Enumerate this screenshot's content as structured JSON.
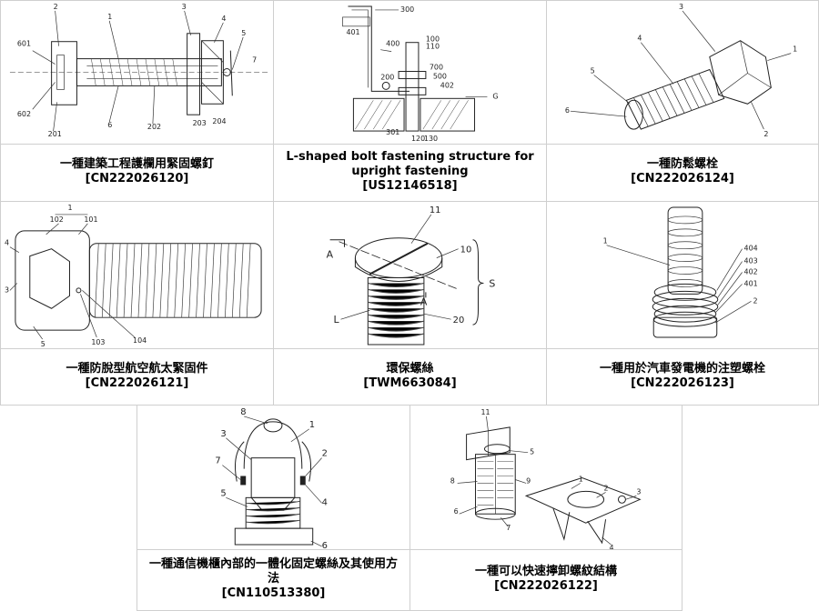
{
  "patents": [
    {
      "title": "一種建築工程護欄用緊固螺釘",
      "id": "[CN222026120]",
      "labels": [
        "2",
        "1",
        "3",
        "4",
        "5",
        "601",
        "602",
        "201",
        "6",
        "202",
        "203",
        "204",
        "7"
      ]
    },
    {
      "title": "L-shaped bolt fastening structure for upright fastening",
      "id": "[US12146518]",
      "labels": [
        "300",
        "401",
        "400",
        "110",
        "100",
        "200",
        "700",
        "500",
        "402",
        "G",
        "301",
        "120",
        "130"
      ]
    },
    {
      "title": "一種防鬆螺栓",
      "id": "[CN222026124]",
      "labels": [
        "3",
        "4",
        "1",
        "5",
        "6",
        "2"
      ]
    },
    {
      "title": "一種防脫型航空航太緊固件",
      "id": "[CN222026121]",
      "labels": [
        "1",
        "102",
        "101",
        "4",
        "3",
        "5",
        "103",
        "104"
      ]
    },
    {
      "title": "環保螺絲",
      "id": "[TWM663084]",
      "labels": [
        "11",
        "A",
        "10",
        "S",
        "A",
        "L",
        "20"
      ]
    },
    {
      "title": "一種用於汽車發電機的注塑螺栓",
      "id": "[CN222026123]",
      "labels": [
        "1",
        "404",
        "403",
        "402",
        "401",
        "2"
      ]
    },
    {
      "title": "一種通信機櫃內部的一體化固定螺絲及其使用方法",
      "id": "[CN110513380]",
      "labels": [
        "8",
        "3",
        "1",
        "7",
        "2",
        "5",
        "4",
        "6"
      ]
    },
    {
      "title": "一種可以快速擰卸螺紋結構",
      "id": "[CN222026122]",
      "labels": [
        "11",
        "5",
        "8",
        "9",
        "1",
        "2",
        "3",
        "6",
        "7",
        "4"
      ]
    }
  ]
}
